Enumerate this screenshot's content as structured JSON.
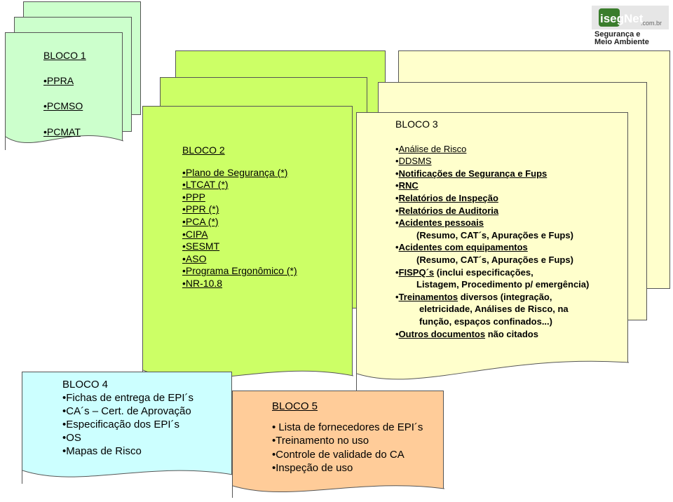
{
  "logo": {
    "brand": "isegNet",
    "domain": ".com.br",
    "tagline_1": "Segurança e",
    "tagline_2": "Meio Ambiente"
  },
  "bloco1": {
    "title": "BLOCO 1",
    "items": [
      "PPRA",
      "PCMSO",
      "PCMAT"
    ]
  },
  "bloco2": {
    "title": "BLOCO 2",
    "items": [
      "Plano de Segurança (*)",
      "LTCAT (*)",
      "PPP",
      "PPR (*)",
      "PCA (*)",
      "CIPA",
      "SESMT",
      "ASO",
      "Programa Ergonômico (*)",
      "NR-10.8"
    ]
  },
  "bloco3": {
    "title": "BLOCO 3",
    "items": [
      {
        "text": "Análise de Risco"
      },
      {
        "text": "DDSMS"
      },
      {
        "text": "Notificações de Segurança e Fups"
      },
      {
        "text": "RNC"
      },
      {
        "text": "Relatórios de Inspeção"
      },
      {
        "text": "Relatórios de Auditoria"
      },
      {
        "text": "Acidentes pessoais"
      },
      {
        "text": "(Resumo, CAT´s, Apurações e Fups)"
      },
      {
        "text": "Acidentes com equipamentos"
      },
      {
        "text": "(Resumo, CAT´s, Apurações e Fups)"
      },
      {
        "text_u": "FISPQ´s",
        "text_rest": " (inclui especificações,"
      },
      {
        "text": "Listagem, Procedimento p/ emergência)"
      },
      {
        "text_u": "Treinamentos",
        "text_rest": " diversos (integração,"
      },
      {
        "text": "eletricidade, Análises de Risco, na"
      },
      {
        "text": "função, espaços confinados...)"
      },
      {
        "text_u": "Outros documentos",
        "text_rest": " não citados"
      }
    ]
  },
  "bloco4": {
    "title": "BLOCO 4",
    "items": [
      "Fichas de entrega de EPI´s",
      "CA´s – Cert. de Aprovação",
      "Especificação dos EPI´s",
      "OS",
      "Mapas de Risco"
    ]
  },
  "bloco5": {
    "title": "BLOCO 5",
    "items": [
      "Lista de fornecedores de EPI´s",
      "Treinamento no uso",
      "Controle de validade do CA",
      "Inspeção de uso"
    ]
  },
  "colors": {
    "green": "#ccff66",
    "pale_yellow": "#ffffcc",
    "light_green": "#ccffcc",
    "cyan": "#ccffff",
    "peach": "#ffcc99"
  }
}
